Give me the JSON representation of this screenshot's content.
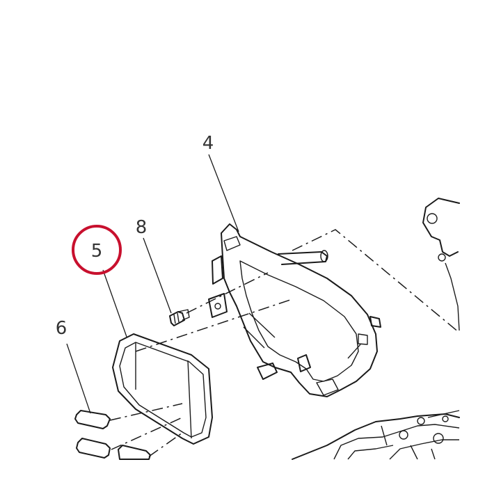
{
  "callouts": {
    "part_4": "4",
    "part_5": "5",
    "part_6": "6",
    "part_8": "8"
  },
  "highlight": {
    "label": "5",
    "color": "#c8102e"
  },
  "colors": {
    "line": "#1a1a1a",
    "text": "#333333",
    "background": "#ffffff"
  }
}
